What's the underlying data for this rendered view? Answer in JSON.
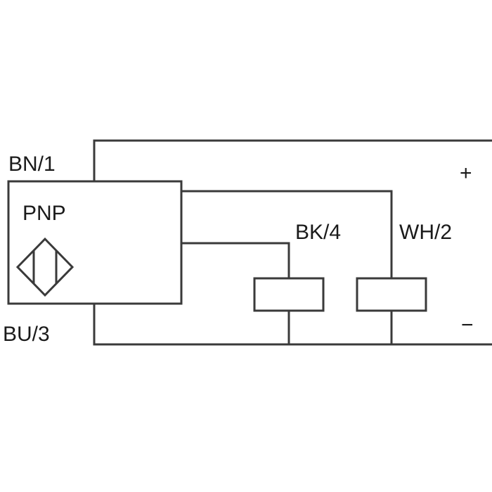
{
  "sensor": {
    "type_label": "PNP",
    "symbol": "inductive-sensor-symbol"
  },
  "wires": {
    "brown": "BN/1",
    "blue": "BU/3",
    "black": "BK/4",
    "white": "WH/2"
  },
  "supply": {
    "positive": "+",
    "negative": "−"
  },
  "colors": {
    "line": "#3a3a3a",
    "text": "#1a1a1a",
    "background": "#ffffff"
  }
}
